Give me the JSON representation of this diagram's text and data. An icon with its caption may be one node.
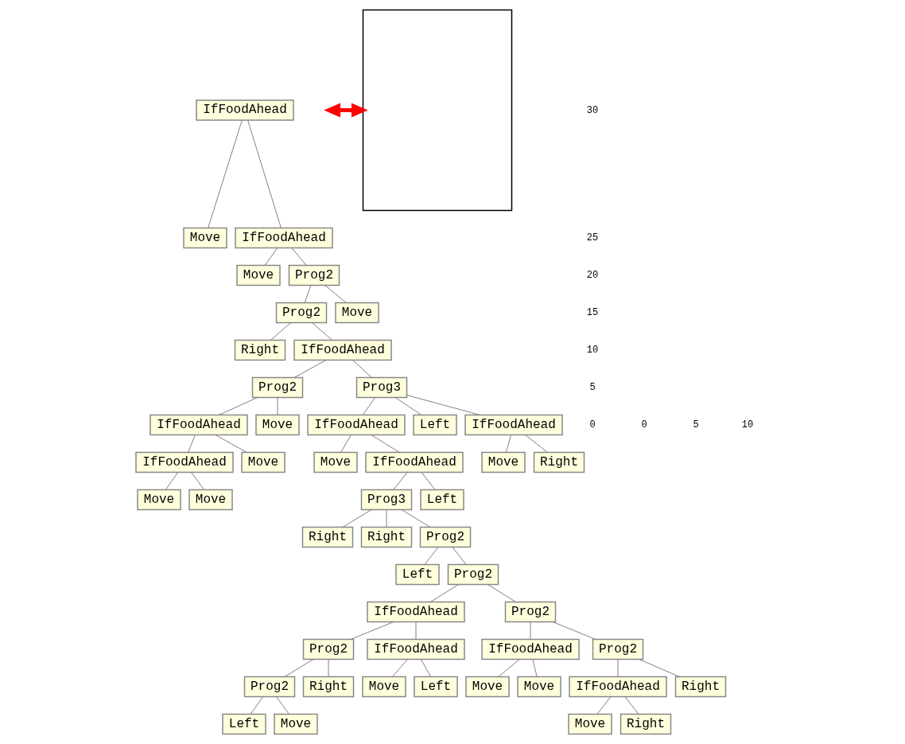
{
  "diagram": {
    "nodes": [
      {
        "text": [
          "IfFoodAhead"
        ]
      },
      {
        "text": [
          "Move"
        ]
      },
      {
        "text": [
          "IfFoodAhead"
        ]
      },
      {
        "text": [
          "Move"
        ]
      },
      {
        "text": [
          "Prog2"
        ]
      },
      {
        "text": [
          "Prog2"
        ]
      },
      {
        "text": [
          "Move"
        ]
      },
      {
        "text": [
          "Right"
        ]
      },
      {
        "text": [
          "IfFoodAhead"
        ]
      },
      {
        "text": [
          "Prog2"
        ]
      },
      {
        "text": [
          "Prog3"
        ]
      },
      {
        "text": [
          "IfFoodAhead"
        ]
      },
      {
        "text": [
          "Move"
        ]
      },
      {
        "text": [
          "IfFoodAhead"
        ]
      },
      {
        "text": [
          "Left"
        ]
      },
      {
        "text": [
          "IfFoodAhead"
        ]
      },
      {
        "text": [
          "IfFoodAhead"
        ]
      },
      {
        "text": [
          "Move"
        ]
      },
      {
        "text": [
          "Move"
        ]
      },
      {
        "text": [
          "Move"
        ]
      },
      {
        "text": [
          "Move"
        ]
      },
      {
        "text": [
          "IfFoodAhead"
        ]
      },
      {
        "text": [
          "Move"
        ]
      },
      {
        "text": [
          "Right"
        ]
      },
      {
        "text": [
          "Prog3"
        ]
      },
      {
        "text": [
          "Left"
        ]
      },
      {
        "text": [
          "Right"
        ]
      },
      {
        "text": [
          "Right"
        ]
      },
      {
        "text": [
          "Prog2"
        ]
      },
      {
        "text": [
          "Left"
        ]
      },
      {
        "text": [
          "Prog2"
        ]
      },
      {
        "text": [
          "IfFoodAhead"
        ]
      },
      {
        "text": [
          "Prog2"
        ]
      },
      {
        "text": [
          "Prog2"
        ]
      },
      {
        "text": [
          "IfFoodAhead"
        ]
      },
      {
        "text": [
          "IfFoodAhead"
        ]
      },
      {
        "text": [
          "Prog2"
        ]
      },
      {
        "text": [
          "Prog2"
        ]
      },
      {
        "text": [
          "Right"
        ]
      },
      {
        "text": [
          "Move"
        ]
      },
      {
        "text": [
          "Left"
        ]
      },
      {
        "text": [
          "Move"
        ]
      },
      {
        "text": [
          "Move"
        ]
      },
      {
        "text": [
          "IfFoodAhead"
        ]
      },
      {
        "text": [
          "Right"
        ]
      },
      {
        "text": [
          "Left"
        ]
      },
      {
        "text": [
          "Move"
        ]
      },
      {
        "text": [
          "Move"
        ]
      },
      {
        "text": [
          "Right"
        ]
      },
      {
        "text": [],
        "shape": "box"
      }
    ],
    "edges": [
      {
        "from": 0,
        "to": 1,
        "arrow": "none"
      },
      {
        "from": 0,
        "to": 2,
        "arrow": "none"
      },
      {
        "from": 2,
        "to": 3,
        "arrow": "none"
      },
      {
        "from": 2,
        "to": 4,
        "arrow": "none"
      },
      {
        "from": 4,
        "to": 5,
        "arrow": "none"
      },
      {
        "from": 4,
        "to": 6,
        "arrow": "none"
      },
      {
        "from": 5,
        "to": 7,
        "arrow": "none"
      },
      {
        "from": 5,
        "to": 8,
        "arrow": "none"
      },
      {
        "from": 8,
        "to": 9,
        "arrow": "none"
      },
      {
        "from": 8,
        "to": 10,
        "arrow": "none"
      },
      {
        "from": 9,
        "to": 11,
        "arrow": "none"
      },
      {
        "from": 9,
        "to": 12,
        "arrow": "none"
      },
      {
        "from": 10,
        "to": 13,
        "arrow": "none"
      },
      {
        "from": 10,
        "to": 14,
        "arrow": "none"
      },
      {
        "from": 10,
        "to": 15,
        "arrow": "none"
      },
      {
        "from": 11,
        "to": 16,
        "arrow": "none"
      },
      {
        "from": 11,
        "to": 17,
        "arrow": "none"
      },
      {
        "from": 16,
        "to": 18,
        "arrow": "none"
      },
      {
        "from": 16,
        "to": 19,
        "arrow": "none"
      },
      {
        "from": 13,
        "to": 20,
        "arrow": "none"
      },
      {
        "from": 13,
        "to": 21,
        "arrow": "none"
      },
      {
        "from": 15,
        "to": 22,
        "arrow": "none"
      },
      {
        "from": 15,
        "to": 23,
        "arrow": "none"
      },
      {
        "from": 21,
        "to": 24,
        "arrow": "none"
      },
      {
        "from": 21,
        "to": 25,
        "arrow": "none"
      },
      {
        "from": 24,
        "to": 26,
        "arrow": "none"
      },
      {
        "from": 24,
        "to": 27,
        "arrow": "none"
      },
      {
        "from": 24,
        "to": 28,
        "arrow": "none"
      },
      {
        "from": 28,
        "to": 29,
        "arrow": "none"
      },
      {
        "from": 28,
        "to": 30,
        "arrow": "none"
      },
      {
        "from": 30,
        "to": 31,
        "arrow": "none"
      },
      {
        "from": 30,
        "to": 32,
        "arrow": "none"
      },
      {
        "from": 31,
        "to": 33,
        "arrow": "none"
      },
      {
        "from": 31,
        "to": 34,
        "arrow": "none"
      },
      {
        "from": 32,
        "to": 35,
        "arrow": "none"
      },
      {
        "from": 32,
        "to": 36,
        "arrow": "none"
      },
      {
        "from": 33,
        "to": 37,
        "arrow": "none"
      },
      {
        "from": 33,
        "to": 38,
        "arrow": "none"
      },
      {
        "from": 34,
        "to": 39,
        "arrow": "none"
      },
      {
        "from": 34,
        "to": 40,
        "arrow": "none"
      },
      {
        "from": 35,
        "to": 41,
        "arrow": "none"
      },
      {
        "from": 35,
        "to": 42,
        "arrow": "none"
      },
      {
        "from": 36,
        "to": 43,
        "arrow": "none"
      },
      {
        "from": 36,
        "to": 44,
        "arrow": "none"
      },
      {
        "from": 37,
        "to": 45,
        "arrow": "none"
      },
      {
        "from": 37,
        "to": 46,
        "arrow": "none"
      },
      {
        "from": 43,
        "to": 47,
        "arrow": "none"
      },
      {
        "from": 43,
        "to": 48,
        "arrow": "none"
      },
      {
        "from": null,
        "to": 49,
        "arrow": "both",
        "style": "thick",
        "color": "#ff0000"
      }
    ],
    "labels": [
      "30",
      "25",
      "20",
      "15",
      "10",
      "5",
      "0",
      "0",
      "5",
      "10"
    ]
  }
}
